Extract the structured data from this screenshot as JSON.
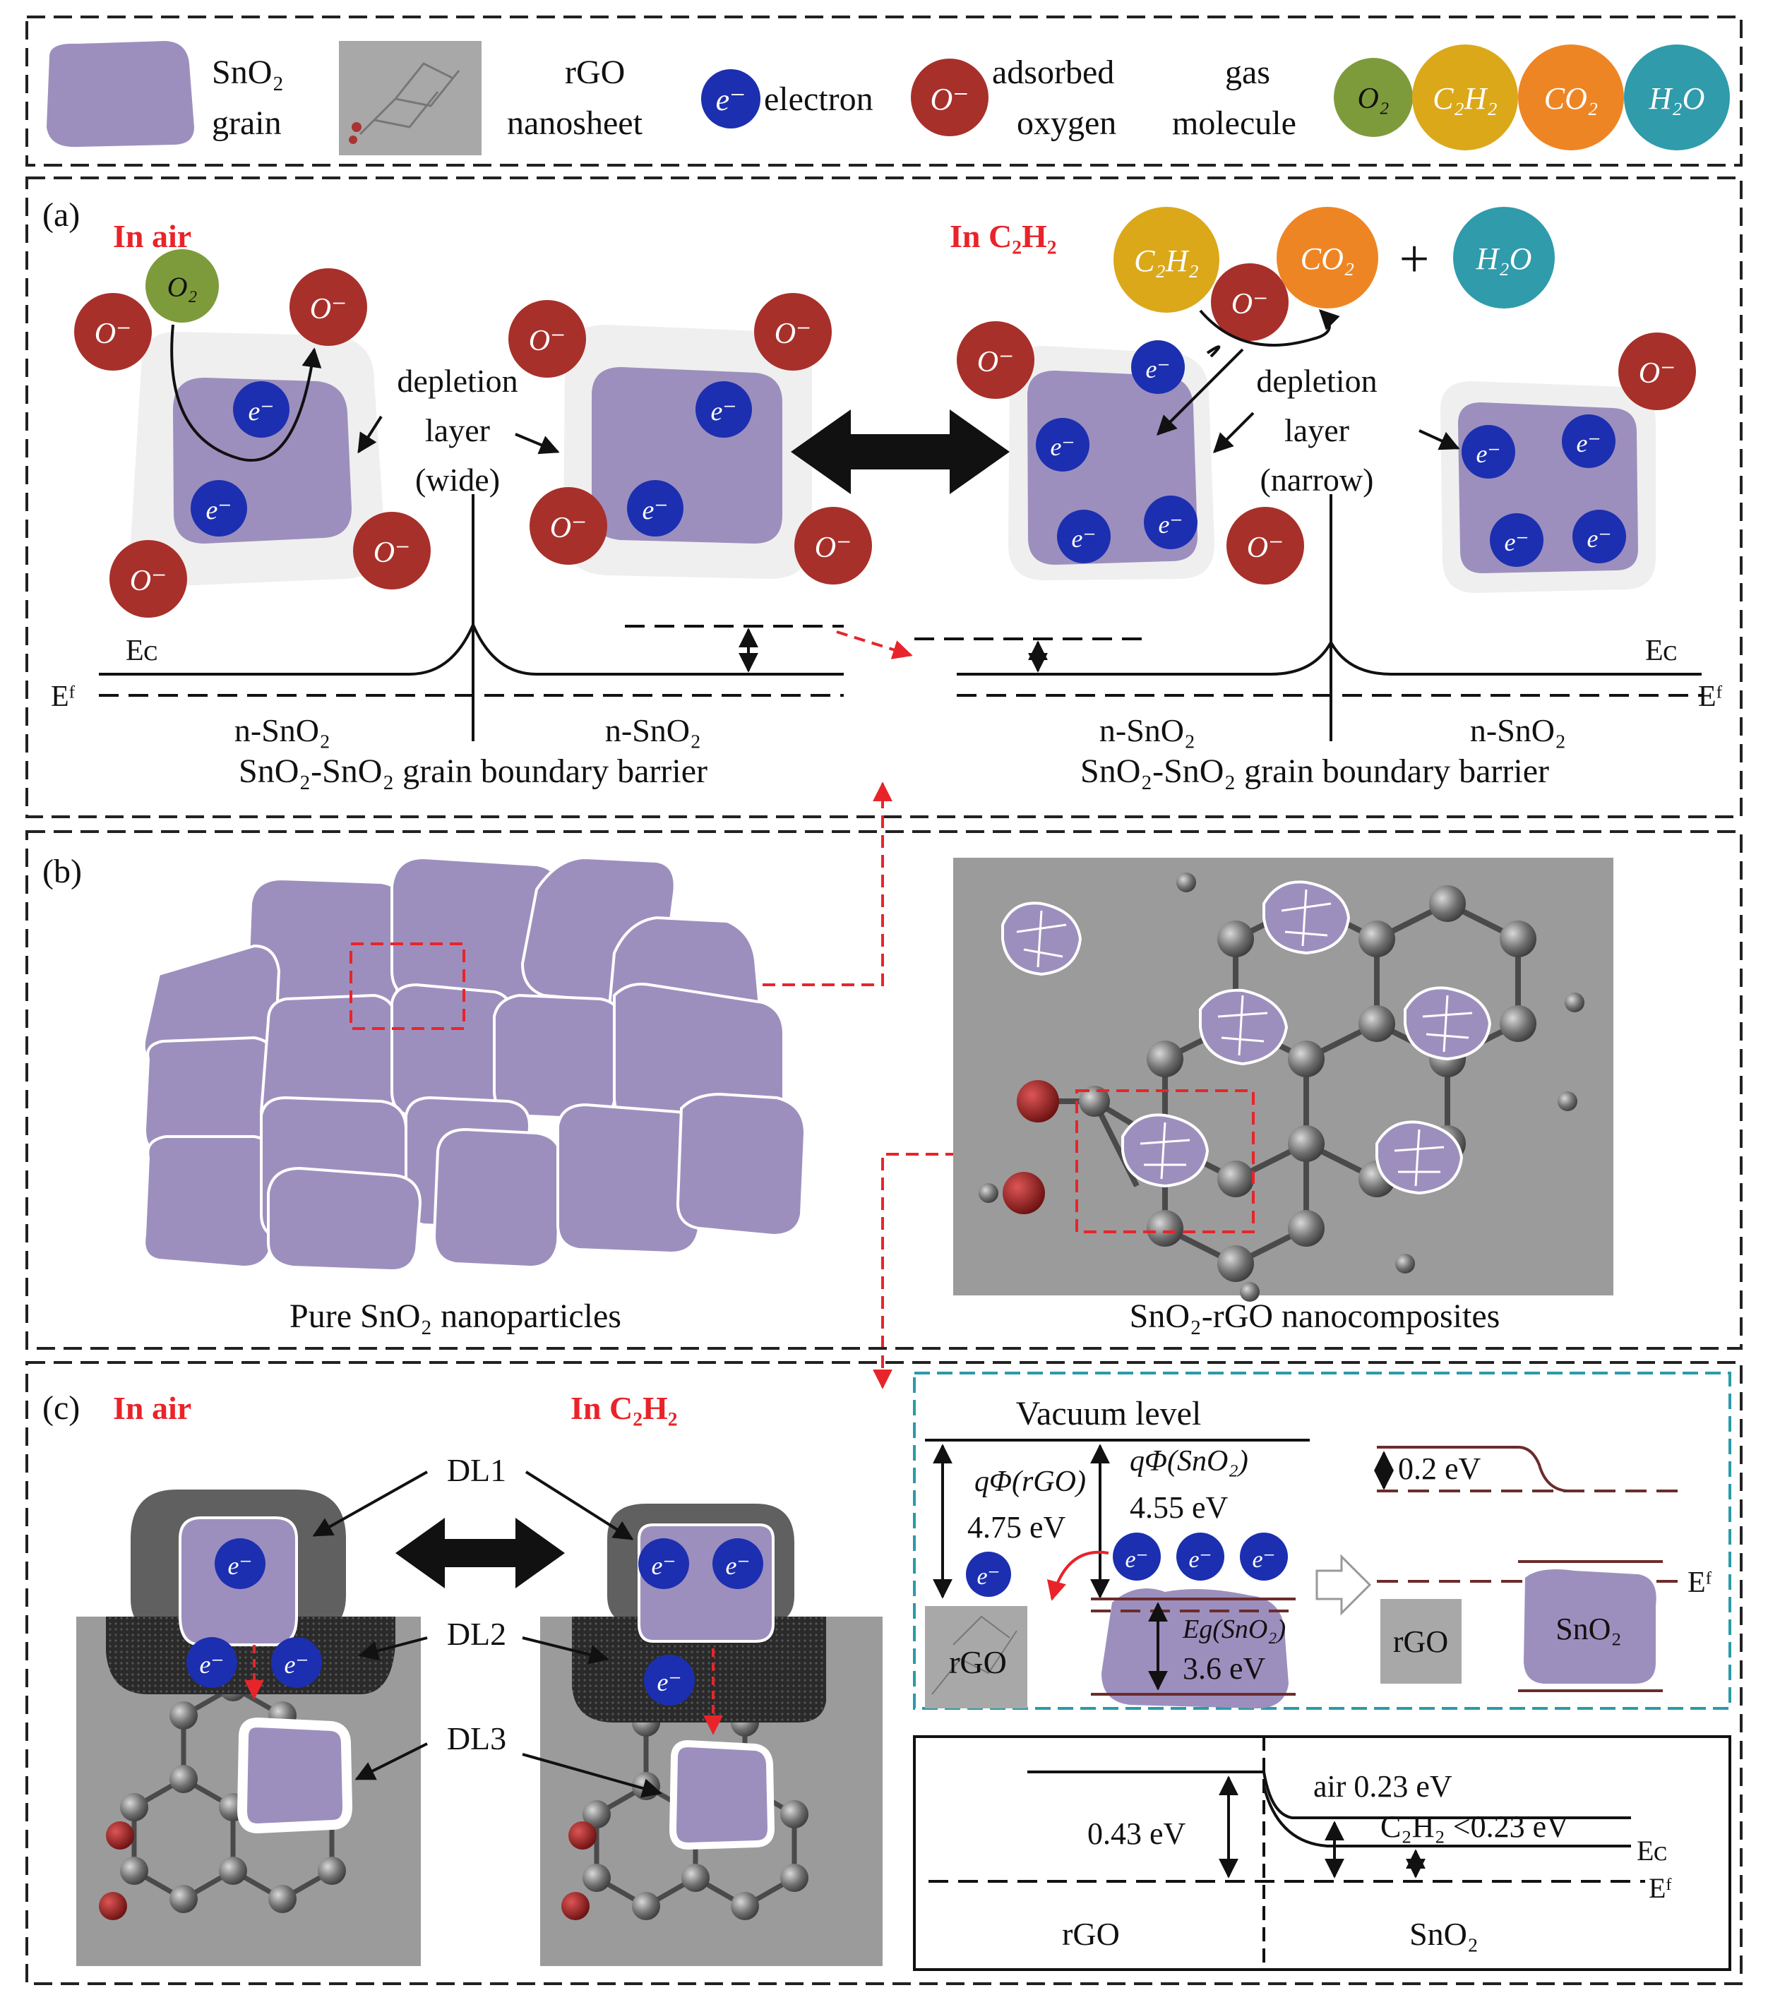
{
  "legend": {
    "sno2_grain_1": "SnO₂",
    "sno2_grain_2": "grain",
    "rgo_1": "rGO",
    "rgo_2": "nanosheet",
    "electron_symbol": "e⁻",
    "electron": "electron",
    "oxygen_symbol": "O⁻",
    "adsorbed_1": "adsorbed",
    "adsorbed_2": "oxygen",
    "gas_1": "gas",
    "gas_2": "molecule",
    "o2": "O₂",
    "c2h2": "C₂H₂",
    "co2": "CO₂",
    "h2o": "H₂O"
  },
  "panel_a": {
    "label": "(a)",
    "in_air": "In air",
    "in_c2h2": "In C₂H₂",
    "plus": "+",
    "depletion_left": [
      "depletion",
      "layer",
      "(wide)"
    ],
    "depletion_right": [
      "depletion",
      "layer",
      "(narrow)"
    ],
    "ec": "Eᴄ",
    "ef": "Eᶠ",
    "n_sno2": "n-SnO₂",
    "barrier": "SnO₂-SnO₂ grain boundary barrier"
  },
  "panel_b": {
    "label": "(b)",
    "pure": "Pure SnO₂ nanoparticles",
    "composite": "SnO₂-rGO nanocomposites"
  },
  "panel_c": {
    "label": "(c)",
    "in_air": "In air",
    "in_c2h2": "In C₂H₂",
    "dl1": "DL1",
    "dl2": "DL2",
    "dl3": "DL3",
    "vacuum": "Vacuum level",
    "phi_rgo": "qΦ(rGO)",
    "phi_sno2": "qΦ(SnO₂)",
    "rgo_wf": "4.75 eV",
    "sno2_wf": "4.55 eV",
    "eg": "Eg(SnO₂)",
    "eg_val": "3.6 eV",
    "rgo": "rGO",
    "sno2": "SnO₂",
    "delta_02": "0.2 eV",
    "ef": "Eᶠ",
    "air_023": "air 0.23 eV",
    "c2h2_023": "C₂H₂ <0.23 eV",
    "v043": "0.43 eV",
    "ec": "Eᴄ"
  },
  "colors": {
    "sno2": "#9d8fbd",
    "electron": "#1c2fb0",
    "oxygen": "#a8302a",
    "o2": "#7e9b3c",
    "c2h2": "#dba81a",
    "co2": "#ee8524",
    "h2o": "#2f9bab",
    "red": "#e8242a",
    "teal_frame": "#2b9aa8",
    "gray": "#9b9b9b"
  }
}
